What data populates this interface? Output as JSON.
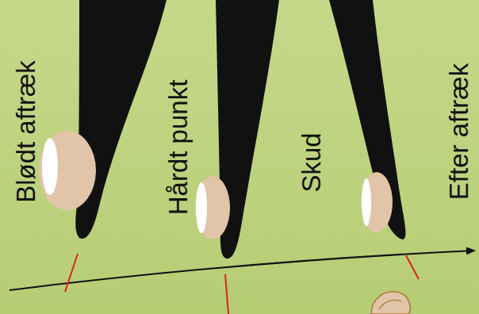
{
  "diagram": {
    "labels": [
      "Blødt aftræk",
      "Hårdt punkt",
      "Skud",
      "Efter aftræk"
    ]
  }
}
